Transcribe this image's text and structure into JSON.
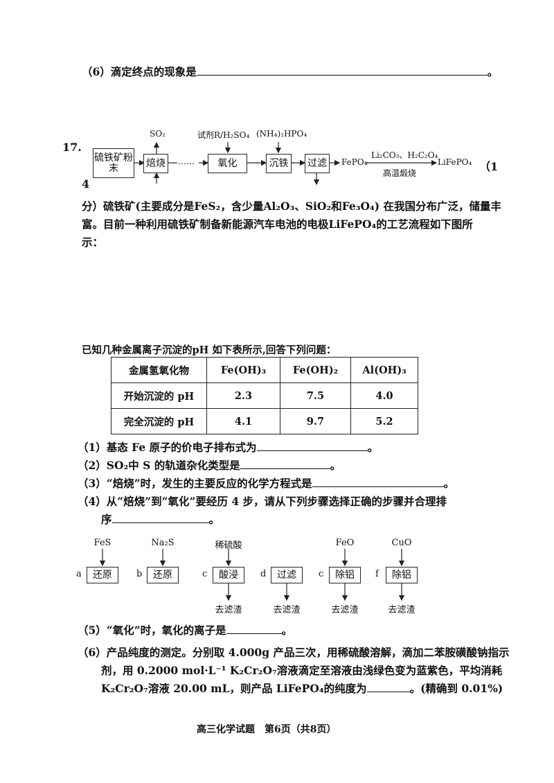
{
  "q6_top": "（6）滴定终点的现象是",
  "q17": {
    "number": "17.",
    "score_a": "（1",
    "score_b": "4",
    "intro_1": "分）硫铁矿(主要成分是FeS₂，含少量Al₂O₃、SiO₂和Fe₃O₄) 在我国分布广泛，储量丰",
    "intro_2": "富。目前一种利用硫铁矿制备新能源汽车电池的电极LiFePO₄的工艺流程如下图所",
    "intro_3": "示：",
    "flow": {
      "boxes": [
        "硫铁矿粉末",
        "焙烧",
        "氧化",
        "沉铁",
        "过滤"
      ],
      "dots": "……",
      "so2": "SO₂",
      "reagent_r": "试剂R/H₂SO₄",
      "nh4": "(NH₄)₂HPO₄",
      "fepo4": "FePO₄",
      "li_reagents": "Li₂CO₃、H₂C₂O₄",
      "condition": "高温煅烧",
      "product": "LiFePO₄"
    },
    "known": "已知几种金属离子沉淀的pH 如下表所示,回答下列问题：",
    "table": {
      "headers": [
        "金属氢氧化物",
        "Fe(OH)₃",
        "Fe(OH)₂",
        "Al(OH)₃"
      ],
      "rows": [
        [
          "开始沉淀的 pH",
          "2.3",
          "7.5",
          "4.0"
        ],
        [
          "完全沉淀的 pH",
          "4.1",
          "9.7",
          "5.2"
        ]
      ]
    },
    "q1": "（1）基态 Fe 原子的价电子排布式为",
    "q2": "（2）SO₂中 S 的轨道杂化类型是",
    "q3": "（3）“焙烧”时，发生的主要反应的化学方程式是",
    "q4_1": "（4）从“焙烧”到“氧化”要经历 4 步，请从下列步骤选择正确的步骤并合理排",
    "q4_2": "序",
    "steps": [
      {
        "letter": "a",
        "name": "还原",
        "input": "FeS",
        "output": ""
      },
      {
        "letter": "b",
        "name": "还原",
        "input": "Na₂S",
        "output": ""
      },
      {
        "letter": "c",
        "name": "酸浸",
        "input": "稀硫酸",
        "output": "去滤渣"
      },
      {
        "letter": "d",
        "name": "过滤",
        "input": "",
        "output": "去滤渣"
      },
      {
        "letter": "c",
        "name": "除铝",
        "input": "FeO",
        "output": "去滤渣"
      },
      {
        "letter": "f",
        "name": "除铝",
        "input": "CuO",
        "output": "去滤渣"
      }
    ],
    "q5": "（5）“氧化”时，氧化的离子是",
    "q6_1": "（6）产品纯度的测定。分别取 4.000g 产品三次，用稀硫酸溶解，滴加二苯胺磺酸钠指示",
    "q6_2": "剂，用 0.2000 mol·L⁻¹ K₂Cr₂O₇溶液滴定至溶液由浅绿色变为蓝紫色，平均消耗",
    "q6_3": "K₂Cr₂O₇溶液 20.00 mL，则产品 LiFePO₄的纯度为",
    "q6_4": "。(精确到 0.01%)"
  },
  "period": "。",
  "footer": "高三化学试题　第6页（共8页）"
}
